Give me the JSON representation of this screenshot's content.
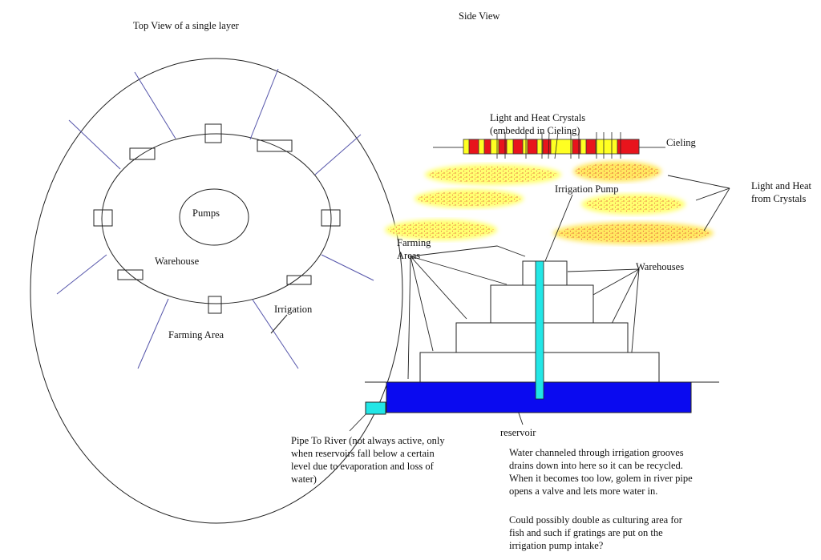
{
  "top_view": {
    "title": "Top View of a single layer",
    "labels": {
      "pumps": "Pumps",
      "warehouse": "Warehouse",
      "irrigation": "Irrigation",
      "farming_area": "Farming Area"
    }
  },
  "side_view": {
    "title": "Side View",
    "labels": {
      "crystals": "Light and Heat Crystals\n(embedded in Cieling)",
      "ceiling": "Cieling",
      "light_heat": "Light and Heat\nfrom Crystals",
      "irrigation_pump": "Irrigation Pump",
      "farming_areas": "Farming\nAreas",
      "warehouses": "Warehouses",
      "reservoir": "reservoir",
      "pipe_to_river": "Pipe To River (not always active, only\nwhen reservoirs fall below a certain\nlevel due to evaporation and loss of\nwater)",
      "reservoir_note_1": "Water channeled through irrigation grooves\ndrains down into here so it can be recycled.\nWhen it becomes too low, golem in river pipe\nopens a valve and lets more water in.",
      "reservoir_note_2": "Could possibly double as culturing area for\nfish and such if gratings are put on the\nirrigation pump intake?"
    }
  },
  "colors": {
    "reservoir": "#0a0af0",
    "pipe": "#22e6e6",
    "crystal_red": "#e8141c",
    "crystal_yellow": "#ffff22",
    "divider": "#5555aa"
  }
}
